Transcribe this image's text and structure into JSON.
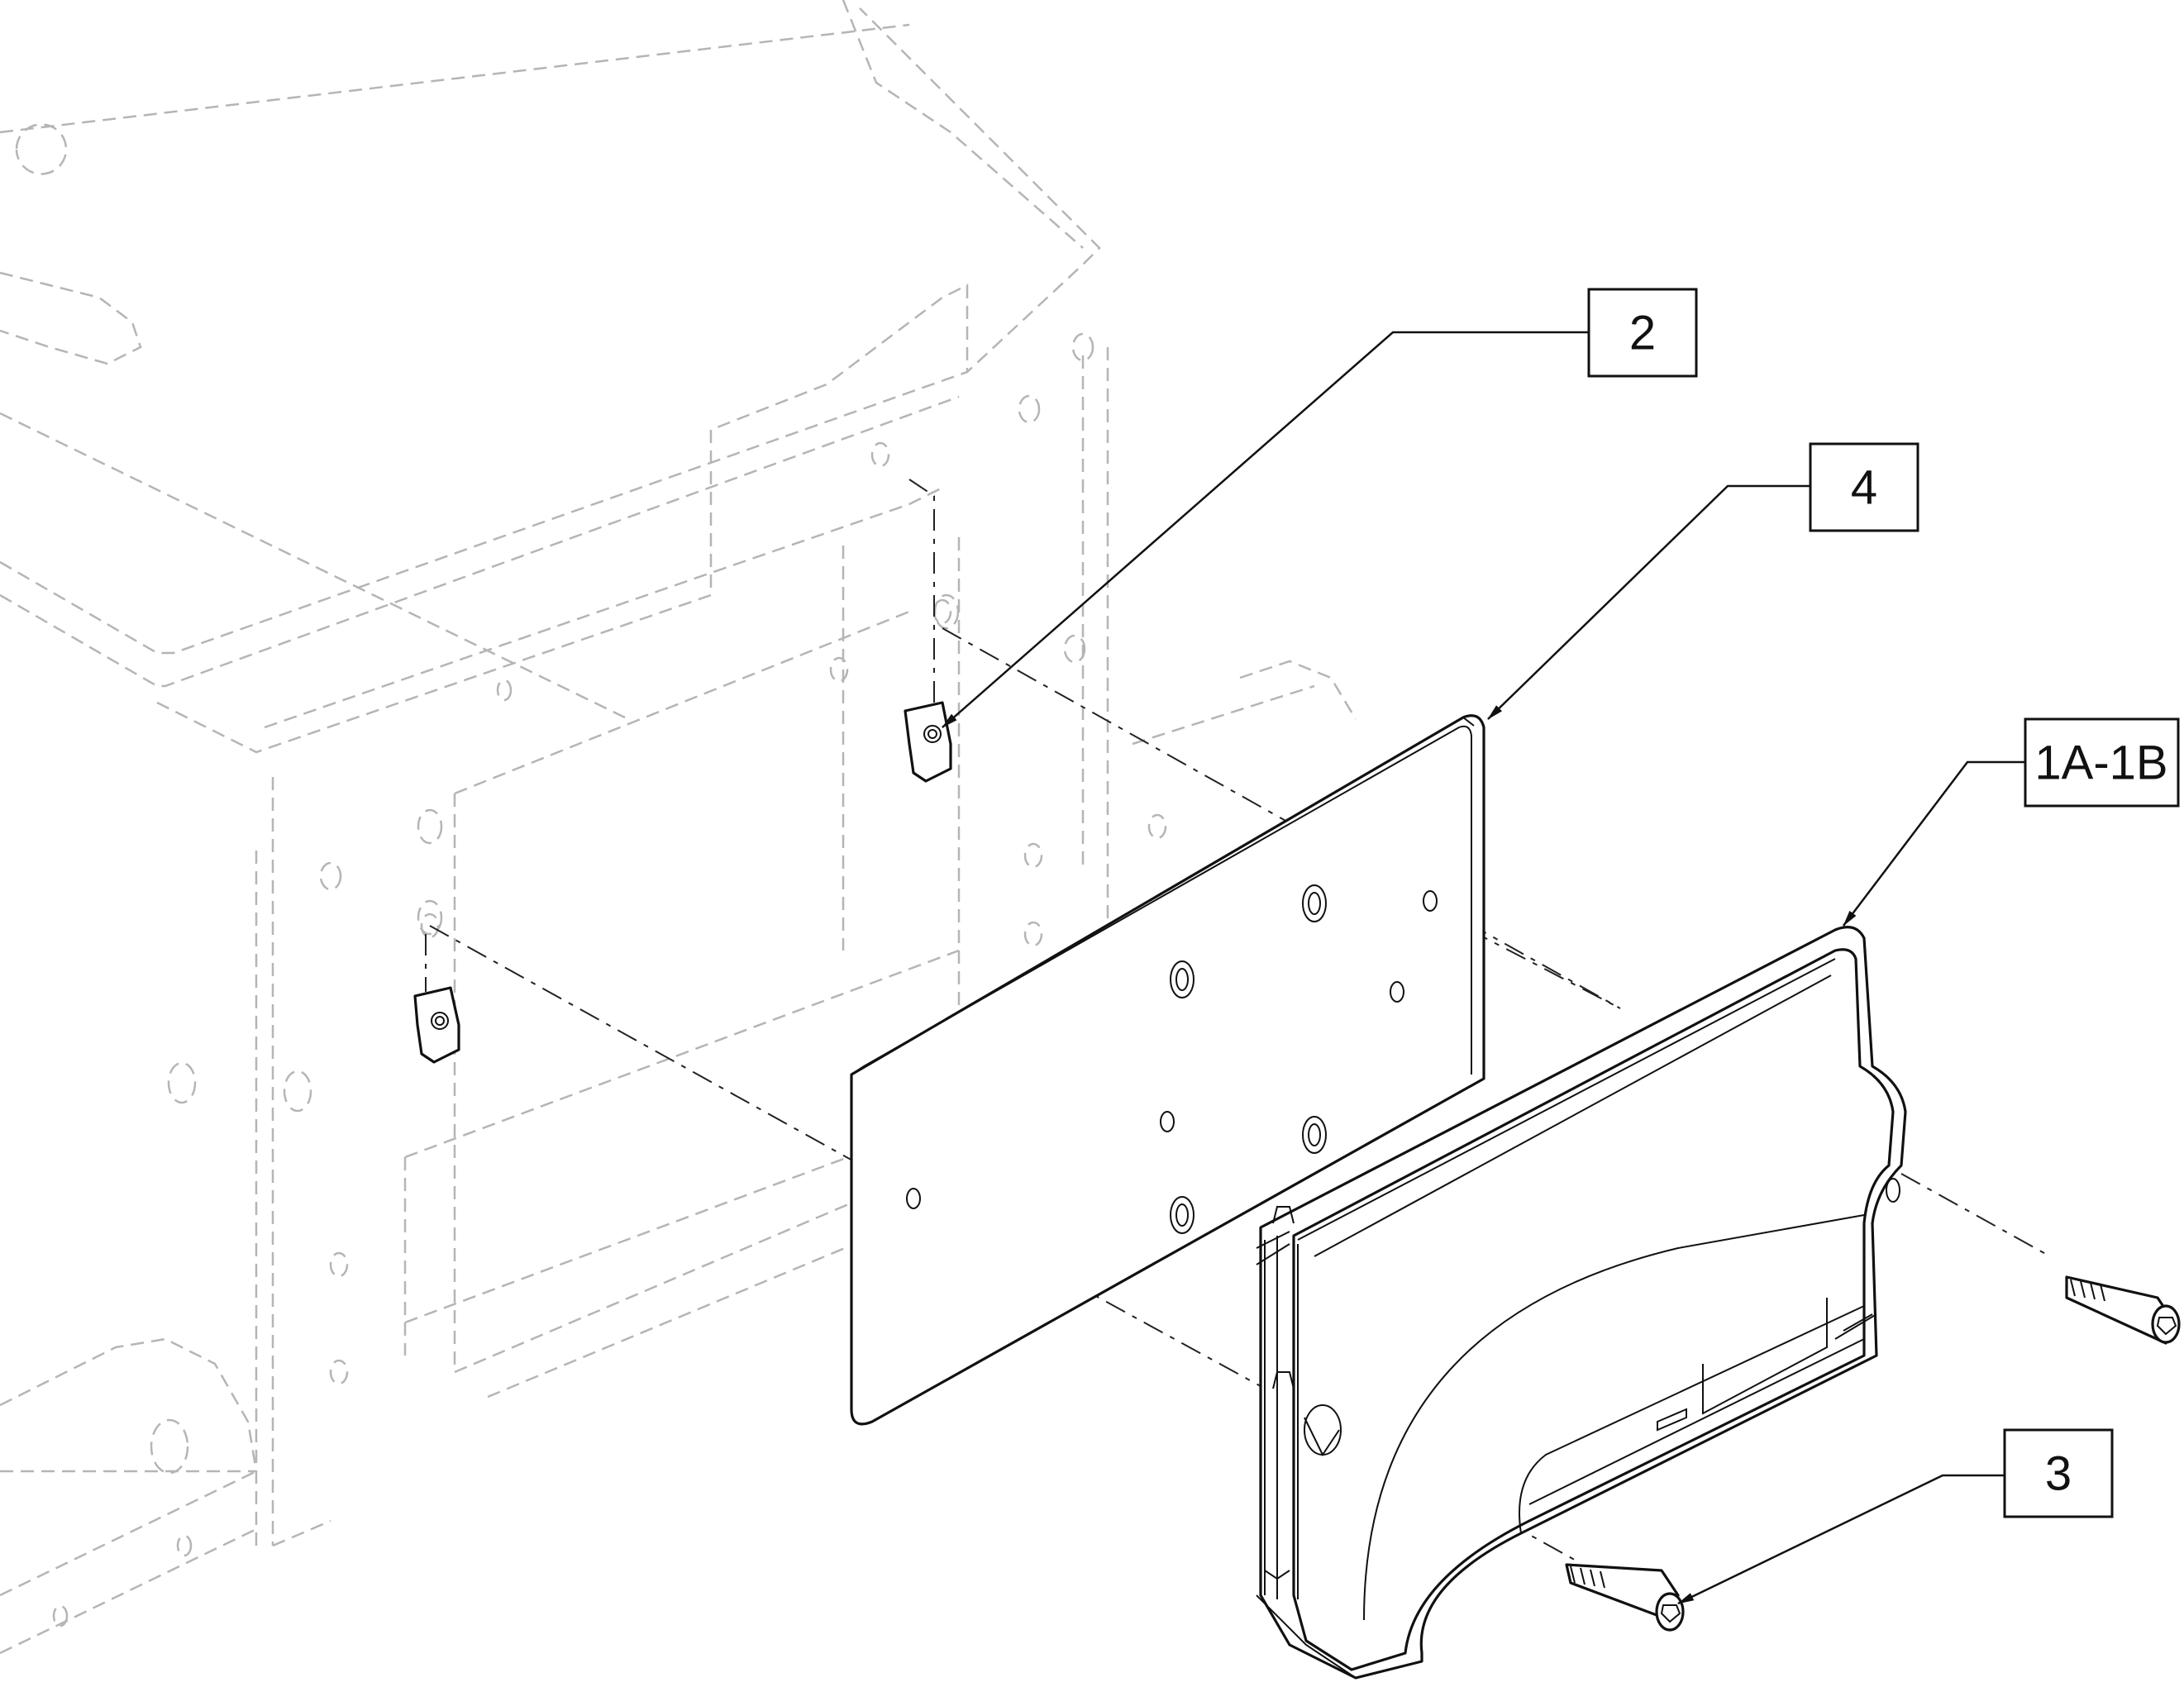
{
  "callouts": [
    {
      "id": "2",
      "label": "2"
    },
    {
      "id": "4",
      "label": "4"
    },
    {
      "id": "1a-1b",
      "label": "1A-1B"
    },
    {
      "id": "3",
      "label": "3"
    }
  ],
  "icons": {
    "arrowhead": "filled-triangle-arrow"
  },
  "colors": {
    "line": "#111111",
    "phantom": "#b5b5b5",
    "background": "#ffffff"
  }
}
